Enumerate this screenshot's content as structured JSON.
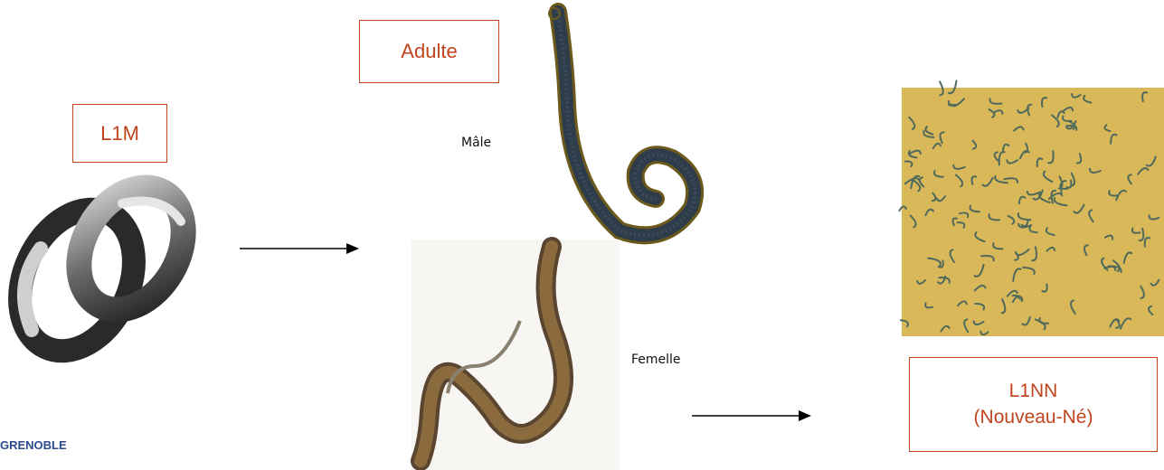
{
  "stages": {
    "l1m": "L1M",
    "adult": "Adulte",
    "male": "Mâle",
    "female": "Femelle",
    "l1nn_line1": "L1NN",
    "l1nn_line2": "(Nouveau-Né)"
  },
  "footer": "GRENOBLE",
  "colors": {
    "box_border": "#c0451f",
    "box_text": "#c0451f",
    "footer_text": "#2d4b8c",
    "micro_bg": "#d9b85a"
  }
}
